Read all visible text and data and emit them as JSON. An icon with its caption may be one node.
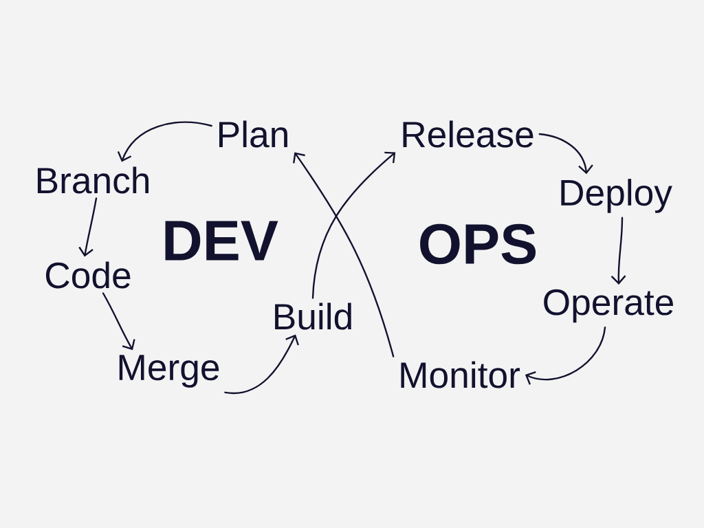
{
  "diagram": {
    "nodes": [
      {
        "text": [
          "Plan"
        ]
      },
      {
        "text": [
          "Release"
        ]
      },
      {
        "text": [
          "Branch"
        ]
      },
      {
        "text": [
          "Deploy"
        ]
      },
      {
        "text": [
          "Code"
        ]
      },
      {
        "text": [
          "Operate"
        ]
      },
      {
        "text": [
          "Build"
        ]
      },
      {
        "text": [
          "Merge"
        ]
      },
      {
        "text": [
          "Monitor"
        ]
      }
    ],
    "edges": [
      {
        "from": 0,
        "to": 2,
        "arrow": "to"
      },
      {
        "from": 2,
        "to": 4,
        "arrow": "to"
      },
      {
        "from": 4,
        "to": 7,
        "arrow": "to"
      },
      {
        "from": 7,
        "to": 6,
        "arrow": "to"
      },
      {
        "from": 6,
        "to": 1,
        "arrow": "to"
      },
      {
        "from": 8,
        "to": 0,
        "arrow": "to"
      },
      {
        "from": 1,
        "to": 3,
        "arrow": "to"
      },
      {
        "from": 3,
        "to": 5,
        "arrow": "to"
      },
      {
        "from": 5,
        "to": 8,
        "arrow": "to"
      }
    ],
    "labels": [
      "DEV",
      "OPS"
    ]
  }
}
